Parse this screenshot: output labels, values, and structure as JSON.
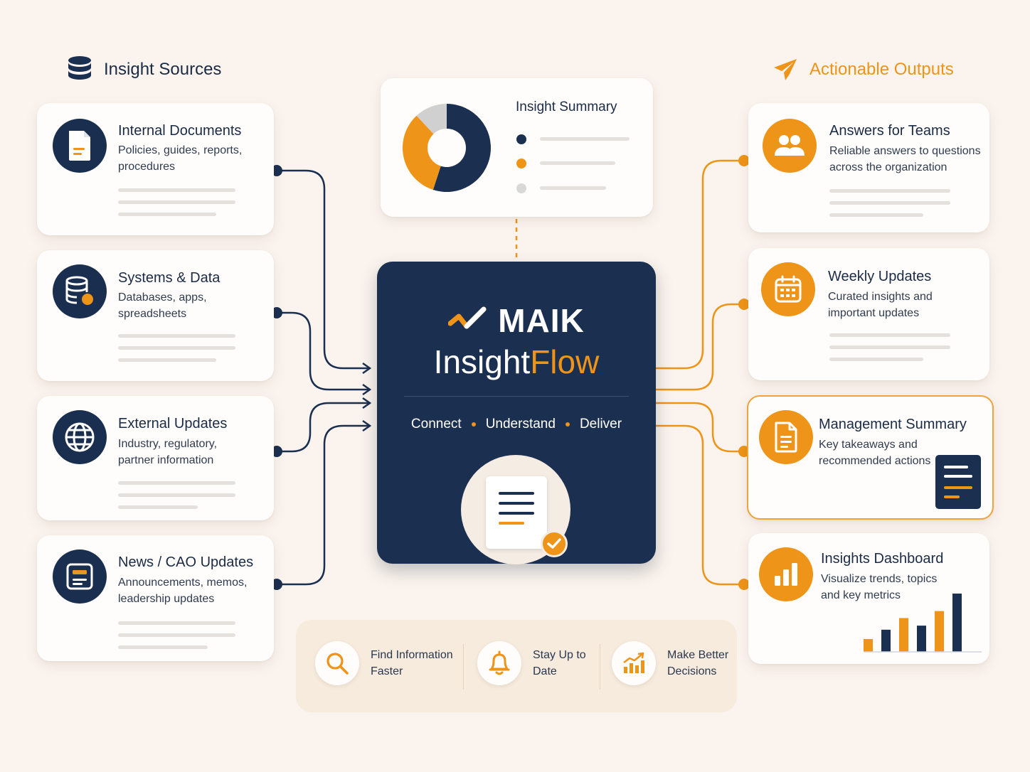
{
  "sources": {
    "heading": "Insight Sources",
    "items": [
      {
        "title": "Internal Documents",
        "desc": "Policies, guides, reports, procedures"
      },
      {
        "title": "Systems & Data",
        "desc": "Databases, apps, spreadsheets"
      },
      {
        "title": "External Updates",
        "desc": "Industry, regulatory, partner information"
      },
      {
        "title": "News / CAO Updates",
        "desc": "Announcements, memos, leadership updates"
      }
    ]
  },
  "outputs": {
    "heading": "Actionable Outputs",
    "items": [
      {
        "title": "Answers for Teams",
        "desc": "Reliable answers to questions across the organization"
      },
      {
        "title": "Weekly Updates",
        "desc": "Curated insights and important updates"
      },
      {
        "title": "Management Summary",
        "desc": "Key takeaways and recommended actions"
      },
      {
        "title": "Insights Dashboard",
        "desc": "Visualize trends, topics and key metrics"
      }
    ]
  },
  "summary": {
    "title": "Insight Summary",
    "donut": [
      0.55,
      0.33,
      0.12
    ],
    "colors": [
      "#1b2f50",
      "#ee9418",
      "#d0d0d0"
    ]
  },
  "hub": {
    "brand_top": "MAIK",
    "brand_main": "Insight",
    "brand_accent": "Flow",
    "steps": [
      "Connect",
      "Understand",
      "Deliver"
    ]
  },
  "benefits": [
    {
      "text": "Find Information Faster",
      "icon": "search-icon"
    },
    {
      "text": "Stay Up to Date",
      "icon": "bell-icon"
    },
    {
      "text": "Make Better Decisions",
      "icon": "growth-chart-icon"
    }
  ],
  "dashboard_bars": [
    0.22,
    0.38,
    0.58,
    0.45,
    0.7,
    1.0
  ],
  "colors": {
    "navy": "#1b2f50",
    "orange": "#ee9418",
    "background": "#fbf4ee"
  }
}
